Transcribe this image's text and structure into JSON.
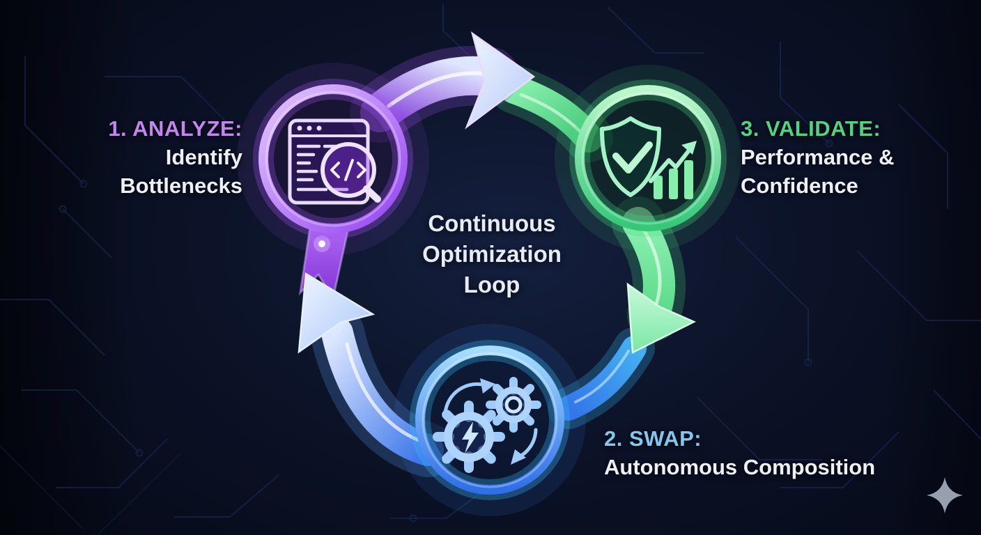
{
  "title": {
    "lines": [
      "Continuous",
      "Optimization",
      "Loop"
    ]
  },
  "steps": [
    {
      "heading": "1. ANALYZE:",
      "line1": "Identify",
      "line2": "Bottlenecks",
      "accent_color": "#c386ee",
      "icon": "code-search-icon",
      "ring_color": "#a855f7"
    },
    {
      "heading": "2. SWAP:",
      "line1": "Autonomous Composition",
      "line2": "",
      "accent_color": "#82c7ef",
      "icon": "gears-swap-icon",
      "ring_color": "#3b82f6"
    },
    {
      "heading": "3. VALIDATE:",
      "line1": "Performance &",
      "line2": "Confidence",
      "accent_color": "#55d185",
      "icon": "shield-check-chart-icon",
      "ring_color": "#4ade80"
    }
  ],
  "arrows": [
    {
      "name": "analyze-to-validate",
      "color": "#c4b5fd"
    },
    {
      "name": "validate-to-swap",
      "color": "#4ade80"
    },
    {
      "name": "swap-to-analyze",
      "color": "#60a5fa"
    }
  ],
  "colors": {
    "background": "#0b1226",
    "text_primary": "#edf0f7",
    "circuit_trace": "#1e2f5c",
    "watermark": "#98a0b0"
  },
  "watermark_icon": "four-point-sparkle"
}
